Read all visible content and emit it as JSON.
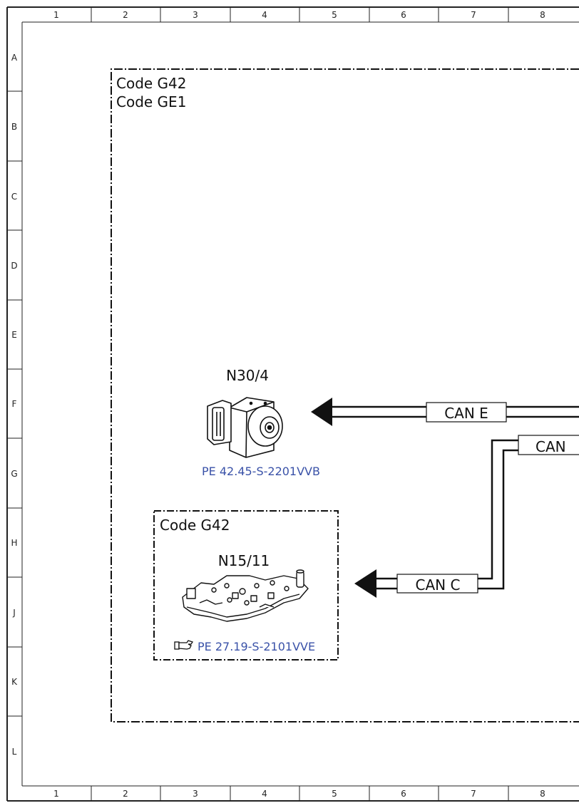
{
  "grid": {
    "columns": [
      "1",
      "2",
      "3",
      "4",
      "5",
      "6",
      "7",
      "8"
    ],
    "rows": [
      "A",
      "B",
      "C",
      "D",
      "E",
      "F",
      "G",
      "H",
      "J",
      "K",
      "L"
    ]
  },
  "outer_frame": {
    "code_line1": "Code G42",
    "code_line2": "Code GE1"
  },
  "inner_frame": {
    "code": "Code G42"
  },
  "components": {
    "n30_4": {
      "label": "N30/4",
      "reference": "PE 42.45-S-2201VVB",
      "icon": "abs-esp-control-unit-icon"
    },
    "n15_11": {
      "label": "N15/11",
      "reference": "PE 27.19-S-2101VVE",
      "icon": "transmission-control-unit-icon",
      "ref_icon": "pointing-hand-icon"
    }
  },
  "buses": {
    "can_e": "CAN E",
    "can_partial": "CAN",
    "can_c": "CAN C"
  },
  "colors": {
    "line": "#1a1a1a",
    "link": "#3a52a8",
    "background": "#ffffff"
  }
}
